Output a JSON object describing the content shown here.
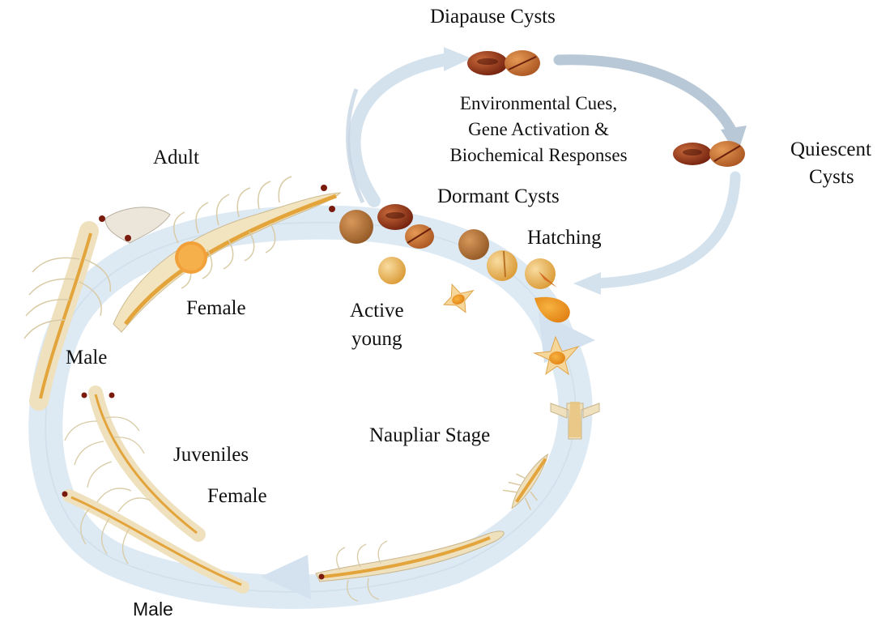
{
  "colors": {
    "arrow_fill": "#dde9f3",
    "arrow_edge": "#b9cddd",
    "cyst_dark": "#8a2a12",
    "cyst_light": "#c06a35",
    "egg_gold": "#e4ad55",
    "body_cream": "#f1e4bf",
    "gut_orange": "#e3a43c"
  },
  "labels": {
    "diapause_cysts": "Diapause Cysts",
    "environmental_cues": "Environmental Cues,",
    "gene_activation": "Gene Activation &",
    "biochemical_responses": "Biochemical Responses",
    "quiescent": "Quiescent",
    "cysts": "Cysts",
    "adult": "Adult",
    "dormant_cysts": "Dormant Cysts",
    "hatching": "Hatching",
    "female_upper": "Female",
    "active": "Active",
    "young": "young",
    "male_left": "Male",
    "naupliar_stage": "Naupliar Stage",
    "juveniles": "Juveniles",
    "female_lower": "Female",
    "male_bottom": "Male"
  }
}
